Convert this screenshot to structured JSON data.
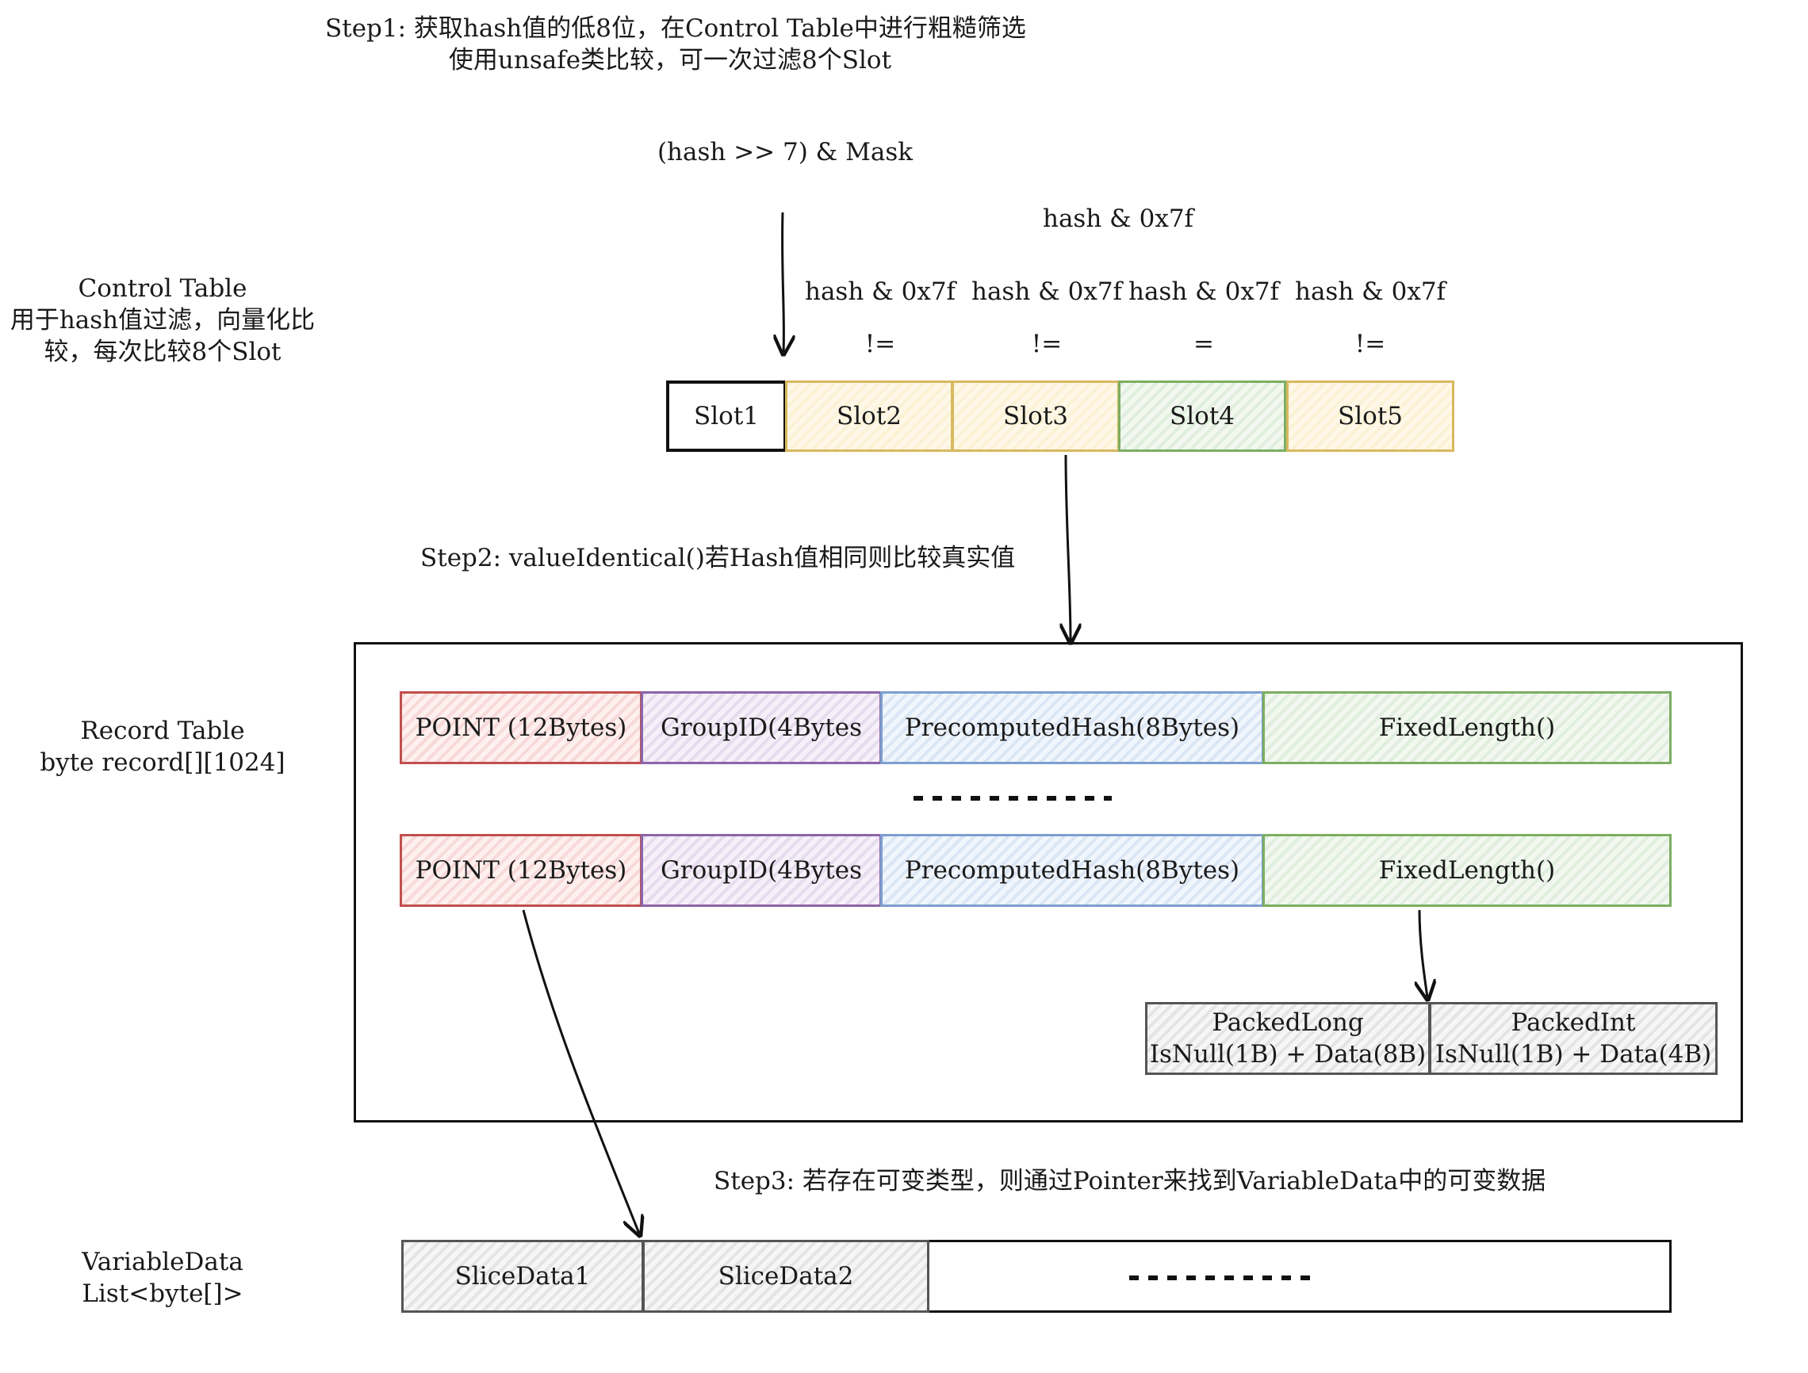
{
  "step1": {
    "line1": "Step1: 获取hash值的低8位，在Control Table中进行粗糙筛选",
    "line2": "使用unsafe类比较，可一次过滤8个Slot"
  },
  "mask_label": "(hash >> 7) & Mask",
  "hash_top_label": "hash & 0x7f",
  "control_table": {
    "line1": "Control Table",
    "line2": "用于hash值过滤，向量化比",
    "line3": "较，每次比较8个Slot"
  },
  "comparisons": [
    {
      "expr": "hash & 0x7f",
      "op": "!="
    },
    {
      "expr": "hash & 0x7f",
      "op": "!="
    },
    {
      "expr": "hash & 0x7f",
      "op": "="
    },
    {
      "expr": "hash & 0x7f",
      "op": "!="
    }
  ],
  "slots": [
    "Slot1",
    "Slot2",
    "Slot3",
    "Slot4",
    "Slot5"
  ],
  "step2": "Step2: valueIdentical()若Hash值相同则比较真实值",
  "record_table": {
    "line1": "Record Table",
    "line2": "byte record[][1024]"
  },
  "record_fields": [
    "POINT (12Bytes)",
    "GroupID(4Bytes",
    "PrecomputedHash(8Bytes)",
    "FixedLength()"
  ],
  "packed": [
    {
      "name": "PackedLong",
      "layout": "IsNull(1B) + Data(8B)"
    },
    {
      "name": "PackedInt",
      "layout": "IsNull(1B) + Data(4B)"
    }
  ],
  "step3": "Step3: 若存在可变类型，则通过Pointer来找到VariableData中的可变数据",
  "variable_data": {
    "line1": "VariableData",
    "line2": "List<byte[]>"
  },
  "slices": [
    "SliceData1",
    "SliceData2"
  ]
}
